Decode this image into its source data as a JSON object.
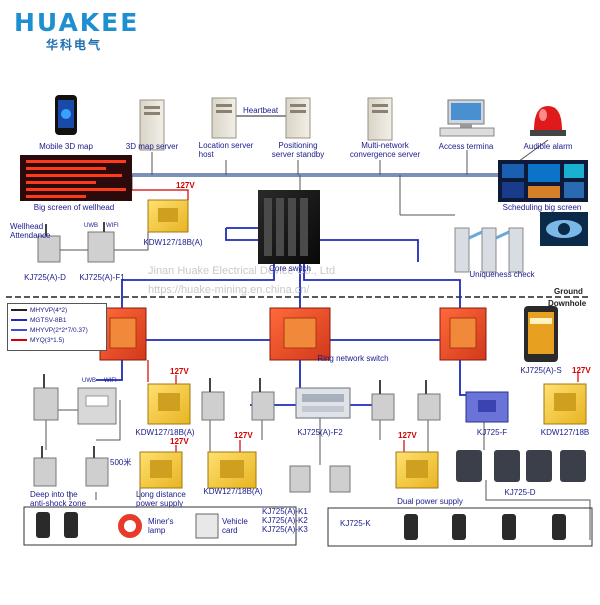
{
  "brand": {
    "name": "HUAKEE",
    "name_cn": "华科电气",
    "accent": "#1f8fd0"
  },
  "watermark": {
    "line1": "Jinan Huake Electrical Device Co., Ltd",
    "line2": "https://huake-mining.en.china.cn/"
  },
  "labels": {
    "mobile_3d_map": "Mobile 3D map",
    "map_server": "3D map server",
    "location_server": "Location server\nhost",
    "heartbeat": "Heartbeat",
    "positioning_standby": "Positioning\nserver standby",
    "multi_network": "Multi-network\nconvergence server",
    "access_terminal": "Access termina",
    "audible_alarm": "Audible alarm",
    "big_screen": "Big screen of wellhead",
    "scheduling_screen": "Scheduling big screen",
    "wellhead_attendance": "Wellhead\nAttendance",
    "kj725a_d": "KJ725(A)-D",
    "kj725a_f1": "KJ725(A)-F1",
    "kdw_top": "KDW127/18B(A)",
    "core_switch": "Core switch",
    "uniqueness_check": "Uniqueness check",
    "ground": "Ground",
    "downhole": "Downhole",
    "ring_switch": "Ring network switch",
    "kj725a_s": "KJ725(A)-S",
    "kdw_left": "KDW127/18B(A)",
    "kj725a_f2": "KJ725(A)-F2",
    "kj725_f": "KJ725-F",
    "kdw_right": "KDW127/18B",
    "distance_500": "500米",
    "kdw_mid": "KDW127/18B(A)",
    "kj725_d": "KJ725-D",
    "deep_zone": "Deep into the\nanti-shock zone",
    "long_distance": "Long distance\npower supply",
    "dual_power": "Dual power supply",
    "miners_lamp": "Miner's\nlamp",
    "vehicle_card": "Vehicle\ncard",
    "kj725a_k": "KJ725(A)-K1\nKJ725(A)-K2\nKJ725(A)-K3",
    "kj725_k": "KJ725-K",
    "uwb": "UWB",
    "wifi": "WIFI",
    "v127": "127V"
  },
  "legend": {
    "items": [
      {
        "label": "MHYVP(4*2)",
        "color": "#222222"
      },
      {
        "label": "MGTSV-8B1",
        "color": "#1e2bb8"
      },
      {
        "label": "MHYVP(2*2*7/0.37)",
        "color": "#3a4fd6"
      },
      {
        "label": "MYQ(3*1.5)",
        "color": "#d40000"
      }
    ]
  },
  "colors": {
    "fiber": "#1e2bb8",
    "power": "#d40000",
    "comm": "#555555",
    "red_box": "#e84a2a",
    "yellow_box": "#f2c53a",
    "server": "#e8e4da",
    "screen_dark": "#0e1a3a"
  }
}
